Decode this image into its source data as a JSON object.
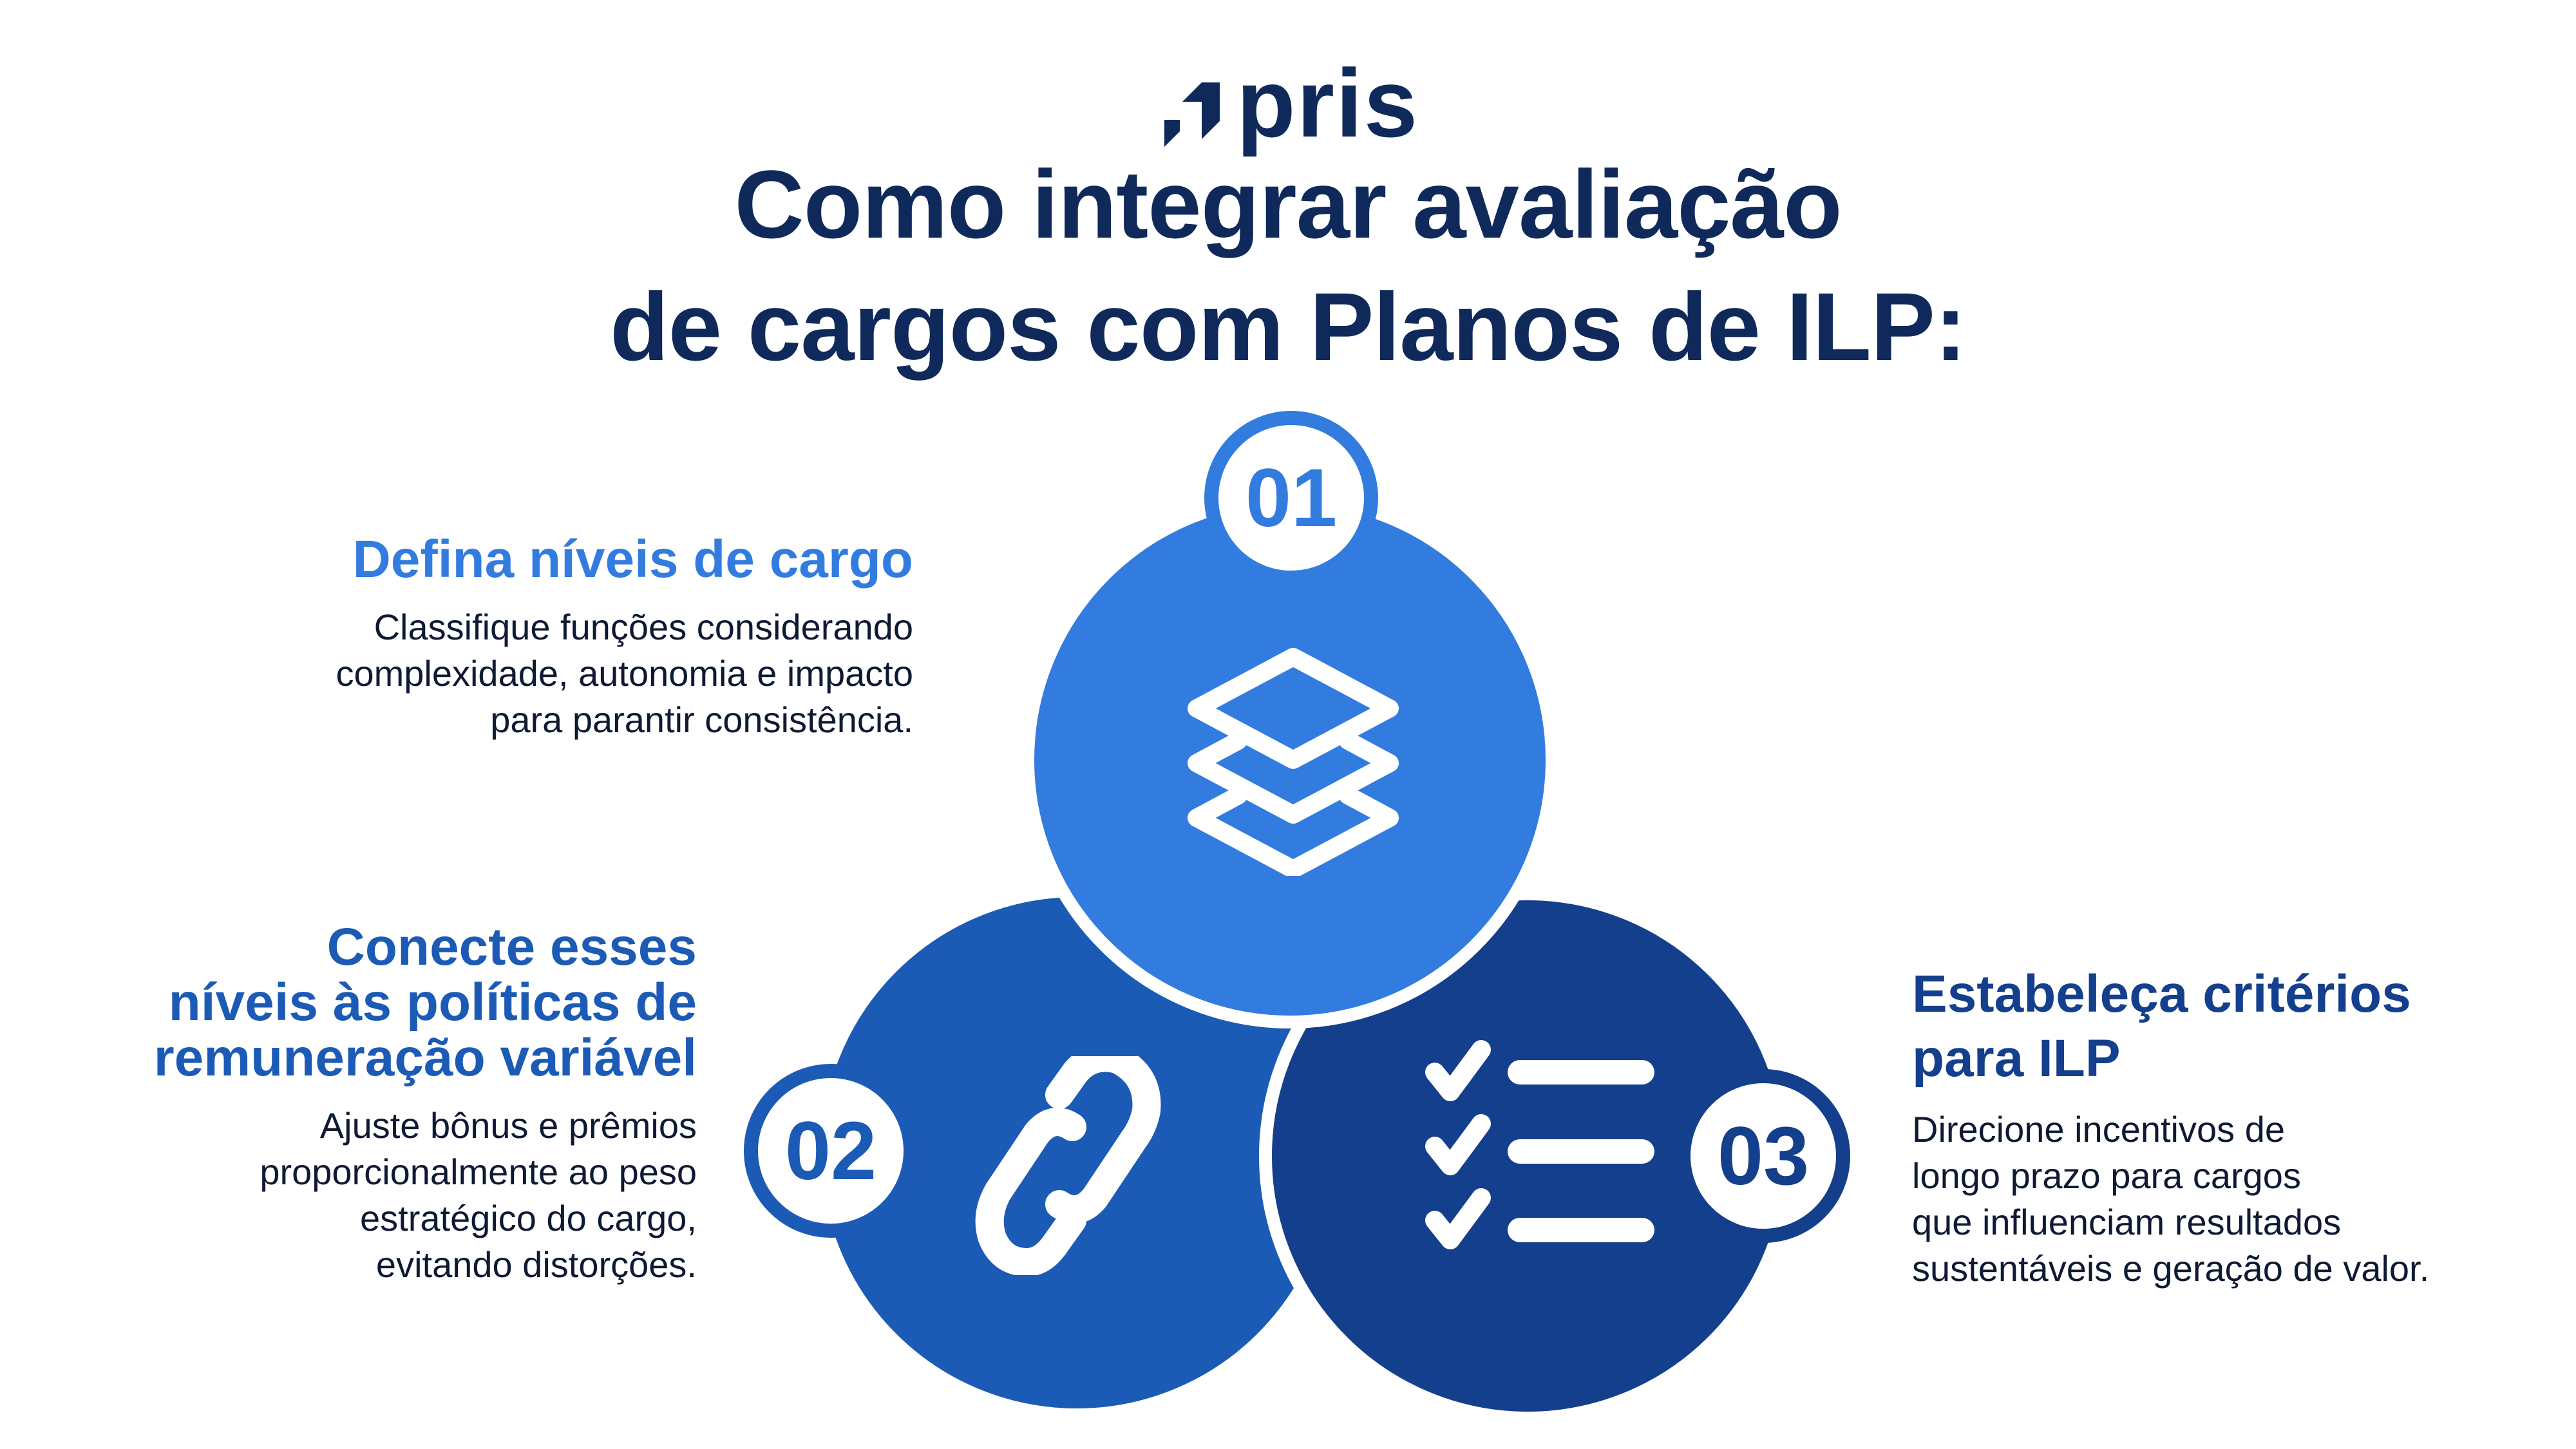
{
  "brand": {
    "logo_text": "pris",
    "color": "#0F2A5A"
  },
  "title": {
    "line1": "Como integrar avaliação",
    "line2": "de cargos com Planos de ILP:"
  },
  "colors": {
    "step1": "#337CDF",
    "step2": "#1C5BB5",
    "step3": "#133F8C",
    "body_text": "#0E1A33"
  },
  "steps": [
    {
      "number": "01",
      "icon": "layers-icon",
      "heading": [
        "Defina níveis de cargo"
      ],
      "body": [
        "Classifique funções considerando",
        "complexidade, autonomia e impacto",
        "para parantir consistência."
      ]
    },
    {
      "number": "02",
      "icon": "link-icon",
      "heading": [
        "Conecte esses",
        "níveis às políticas de",
        "remuneração variável"
      ],
      "body": [
        "Ajuste bônus e prêmios",
        "proporcionalmente ao peso",
        "estratégico do cargo,",
        "evitando distorções."
      ]
    },
    {
      "number": "03",
      "icon": "checklist-icon",
      "heading": [
        "Estabeleça critérios",
        "para ILP"
      ],
      "body": [
        "Direcione incentivos de",
        "longo prazo para cargos",
        "que influenciam resultados",
        "sustentáveis e geração de valor."
      ]
    }
  ]
}
